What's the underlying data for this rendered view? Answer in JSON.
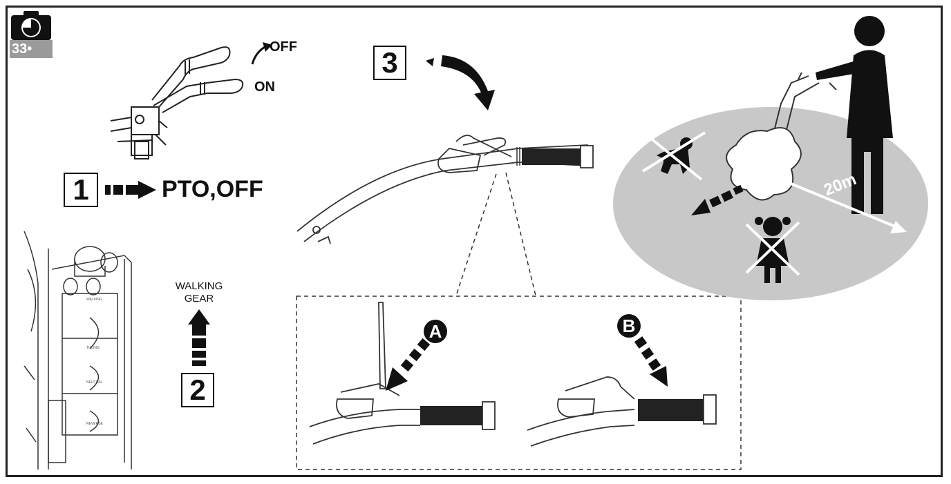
{
  "badge": {
    "number": "33•",
    "icon": "camera-icon"
  },
  "step1": {
    "number": "1",
    "label": "PTO,OFF"
  },
  "lever": {
    "off_label": "OFF",
    "on_label": "ON"
  },
  "step2": {
    "number": "2",
    "label_line1": "WALKING",
    "label_line2": "GEAR"
  },
  "step3": {
    "number": "3"
  },
  "detail": {
    "a_label": "A",
    "b_label": "B"
  },
  "safety": {
    "distance_label": "20m"
  },
  "colors": {
    "ellipse": "#c8c8c8",
    "ink": "#111111"
  }
}
